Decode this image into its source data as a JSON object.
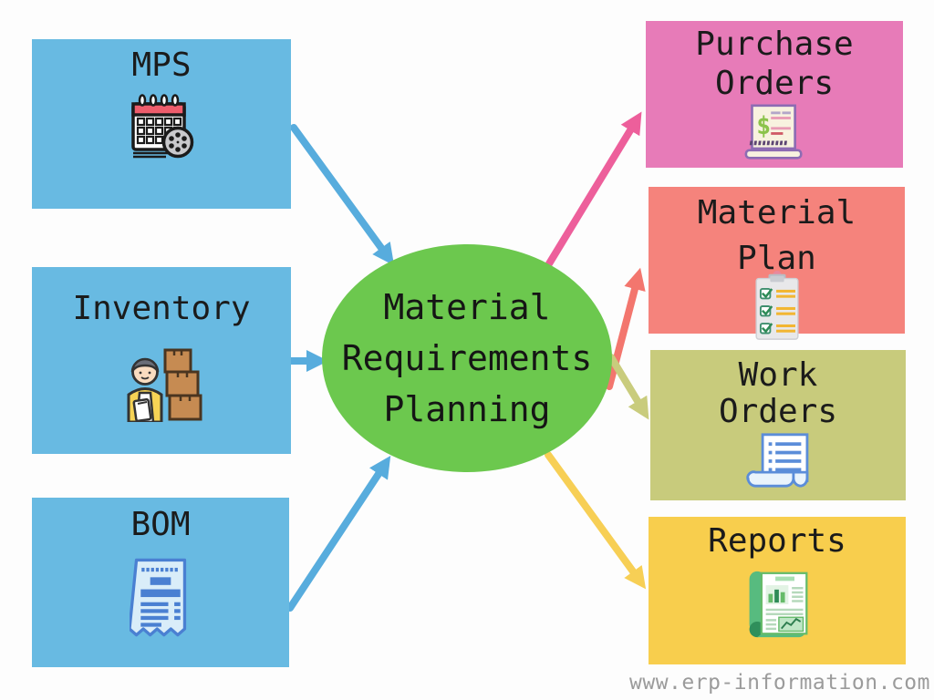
{
  "diagram": {
    "title_node": {
      "label_lines": [
        "Material",
        "Requirements",
        "Planning"
      ],
      "color": "#6cc84e"
    },
    "inputs": [
      {
        "label": "MPS",
        "color": "#68bae2",
        "icon": "calendar-icon"
      },
      {
        "label": "Inventory",
        "color": "#68bae2",
        "icon": "warehouse-worker-icon"
      },
      {
        "label": "BOM",
        "color": "#68bae2",
        "icon": "receipt-icon"
      }
    ],
    "outputs": [
      {
        "label_lines": [
          "Purchase",
          "Orders"
        ],
        "color": "#e77bb8",
        "icon": "dollar-receipt-icon"
      },
      {
        "label_lines": [
          "Material",
          "Plan"
        ],
        "color": "#f5837c",
        "icon": "checklist-clipboard-icon"
      },
      {
        "label_lines": [
          "Work",
          "Orders"
        ],
        "color": "#c8cb7c",
        "icon": "scroll-document-icon"
      },
      {
        "label_lines": [
          "Reports"
        ],
        "color": "#f8ce4d",
        "icon": "report-book-icon"
      }
    ],
    "arrow_colors": {
      "input": "#57acdd",
      "purchase": "#ed5f9b",
      "material": "#f3766e",
      "work": "#c9cc7d",
      "reports": "#f7cf55"
    },
    "footer": "www.erp-information.com"
  }
}
